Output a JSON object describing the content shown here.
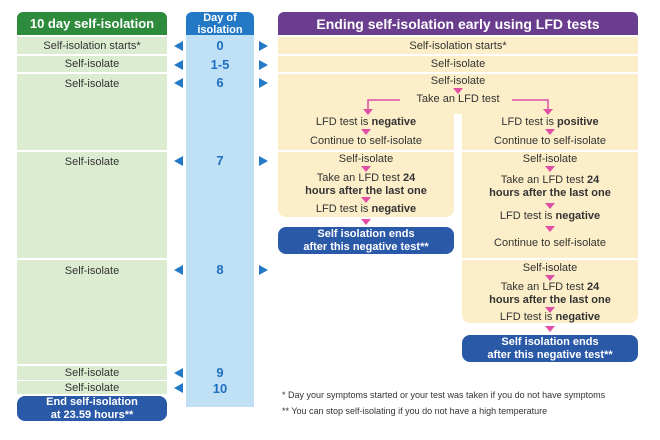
{
  "headers": {
    "left": "10 day self-isolation",
    "middle_line1": "Day of",
    "middle_line2": "isolation",
    "right": "Ending self-isolation early using LFD tests"
  },
  "left_rows": {
    "r1": "Self-isolation starts*",
    "r2": "Self-isolate",
    "r3": "Self-isolate",
    "r4": "Self-isolate",
    "r5": "Self-isolate",
    "r6": "Self-isolate",
    "r7": "Self-isolate",
    "end_line1": "End self-isolation",
    "end_line2": "at 23.59 hours**"
  },
  "days": {
    "d0": "0",
    "d1": "1-5",
    "d2": "6",
    "d3": "7",
    "d4": "8",
    "d5": "9",
    "d6": "10"
  },
  "flow": {
    "starts": "Self-isolation starts*",
    "isolate1": "Self-isolate",
    "isolate2": "Self-isolate",
    "take_test": "Take an LFD test",
    "test_is": "LFD test is",
    "negative": "negative",
    "positive": "positive",
    "continue": "Continue to self-isolate",
    "self_isolate": "Self-isolate",
    "take_test_24_a": "Take an LFD test",
    "take_test_24_b": "24",
    "take_test_24_c": "hours after the last one",
    "end_line1": "Self isolation ends",
    "end_line2": "after this negative test**"
  },
  "footnotes": {
    "f1": "* Day your symptoms started or your test was taken if you do not have symptoms",
    "f2": "** You can stop self-isolating if you do not have a high temperature"
  },
  "colors": {
    "green": "#2e8b3c",
    "blue": "#2479c7",
    "purple": "#6b3d8f",
    "pink": "#e04fa5",
    "dark_blue": "#2a59a8"
  }
}
